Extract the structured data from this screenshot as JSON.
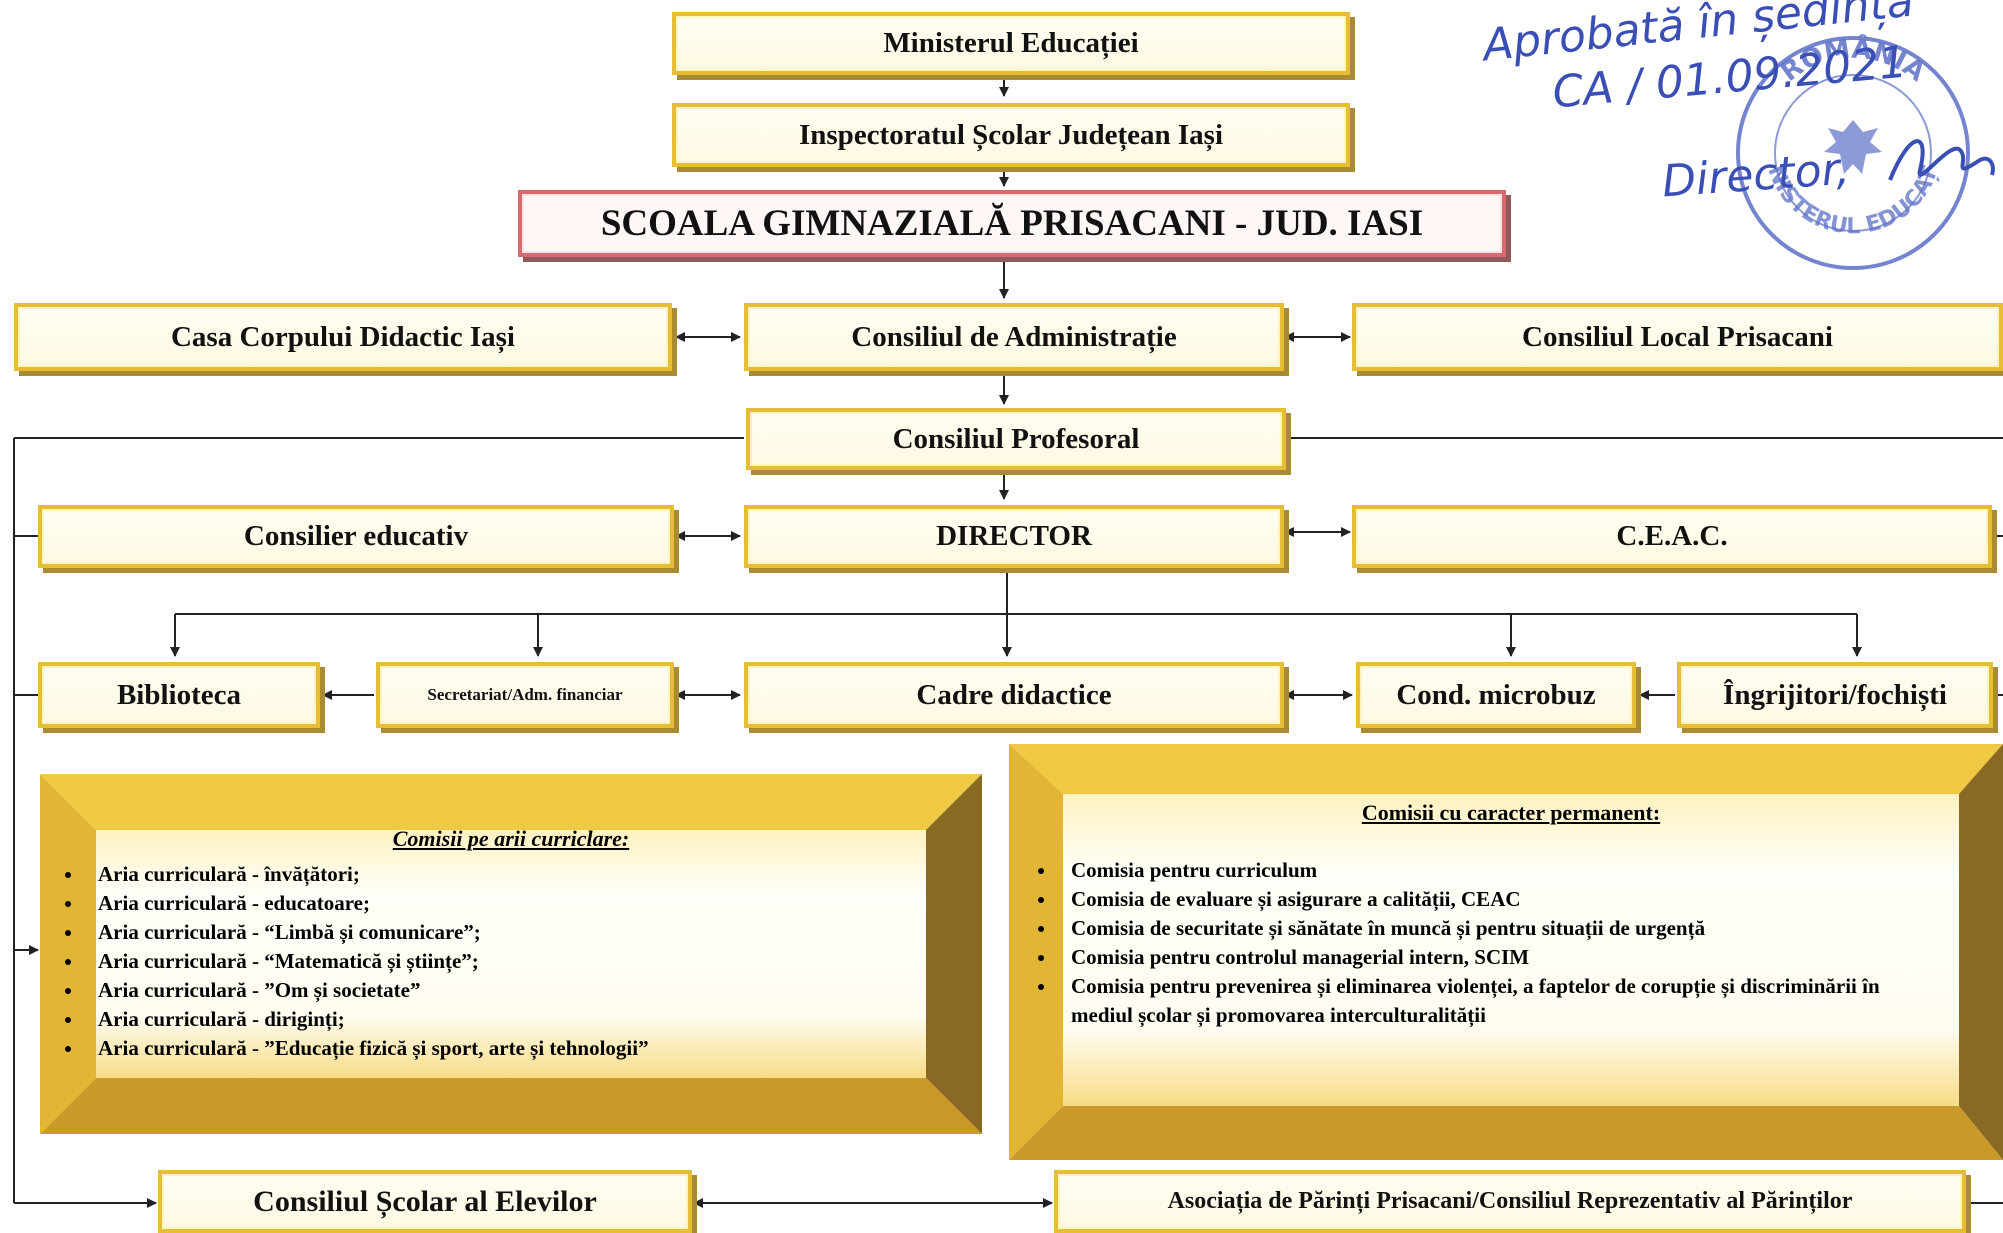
{
  "nodes": {
    "minister": "Ministerul Educației",
    "inspectorat": "Inspectoratul  Școlar Județean Iași",
    "school": "SCOALA GIMNAZIALĂ PRISACANI -  JUD. IASI",
    "casa": "Casa Corpului Didactic Iași",
    "ca": "Consiliul de Administrație",
    "local": "Consiliul Local  Prisacani",
    "profesoral": "Consiliul Profesoral",
    "consilier": "Consilier educativ",
    "director": "DIRECTOR",
    "ceac": "C.E.A.C.",
    "biblioteca": "Biblioteca",
    "secretariat": "Secretariat/Adm. financiar",
    "cadre": "Cadre didactice",
    "microbuz": "Cond. microbuz",
    "ingrijitori": "Îngrijitori/fochiști",
    "elevi": "Consiliul Școlar al Elevilor",
    "parinti": "Asociația de Părinți Prisacani/Consiliul  Reprezentativ al Părinților"
  },
  "panel_left": {
    "title": "Comisii pe arii curriclare:",
    "items": [
      "Aria curriculară - învățători;",
      "Aria curriculară -  educatoare;",
      "Aria curriculară - “Limbă și comunicare”;",
      "Aria curriculară - “Matematică și științe”;",
      "Aria curriculară - ”Om și societate”",
      "Aria curriculară  - diriginți;",
      "Aria curriculară - ”Educație fizică și sport, arte și tehnologii”"
    ]
  },
  "panel_right": {
    "title": "Comisii cu caracter permanent:",
    "items": [
      "Comisia pentru curriculum",
      "Comisia de evaluare și asigurare a calității, CEAC",
      "Comisia de securitate și sănătate în muncă și pentru situații de urgență",
      "Comisia pentru controlul managerial intern, SCIM",
      "Comisia pentru prevenirea și eliminarea violenței, a faptelor de corupție și discriminării în mediul școlar și promovarea interculturalității"
    ]
  },
  "annotation": {
    "line1": "Aprobată  în  ședința",
    "line2": "CA / 01.09.2021",
    "line3": "Director,"
  },
  "stamp": {
    "top": "ROMÂNIA",
    "bottom": "MINISTERUL EDUCAȚIEI"
  },
  "colors": {
    "box_border": "#e8bd36",
    "school_border": "#d96a6f",
    "stamp": "#3a4fb5"
  }
}
